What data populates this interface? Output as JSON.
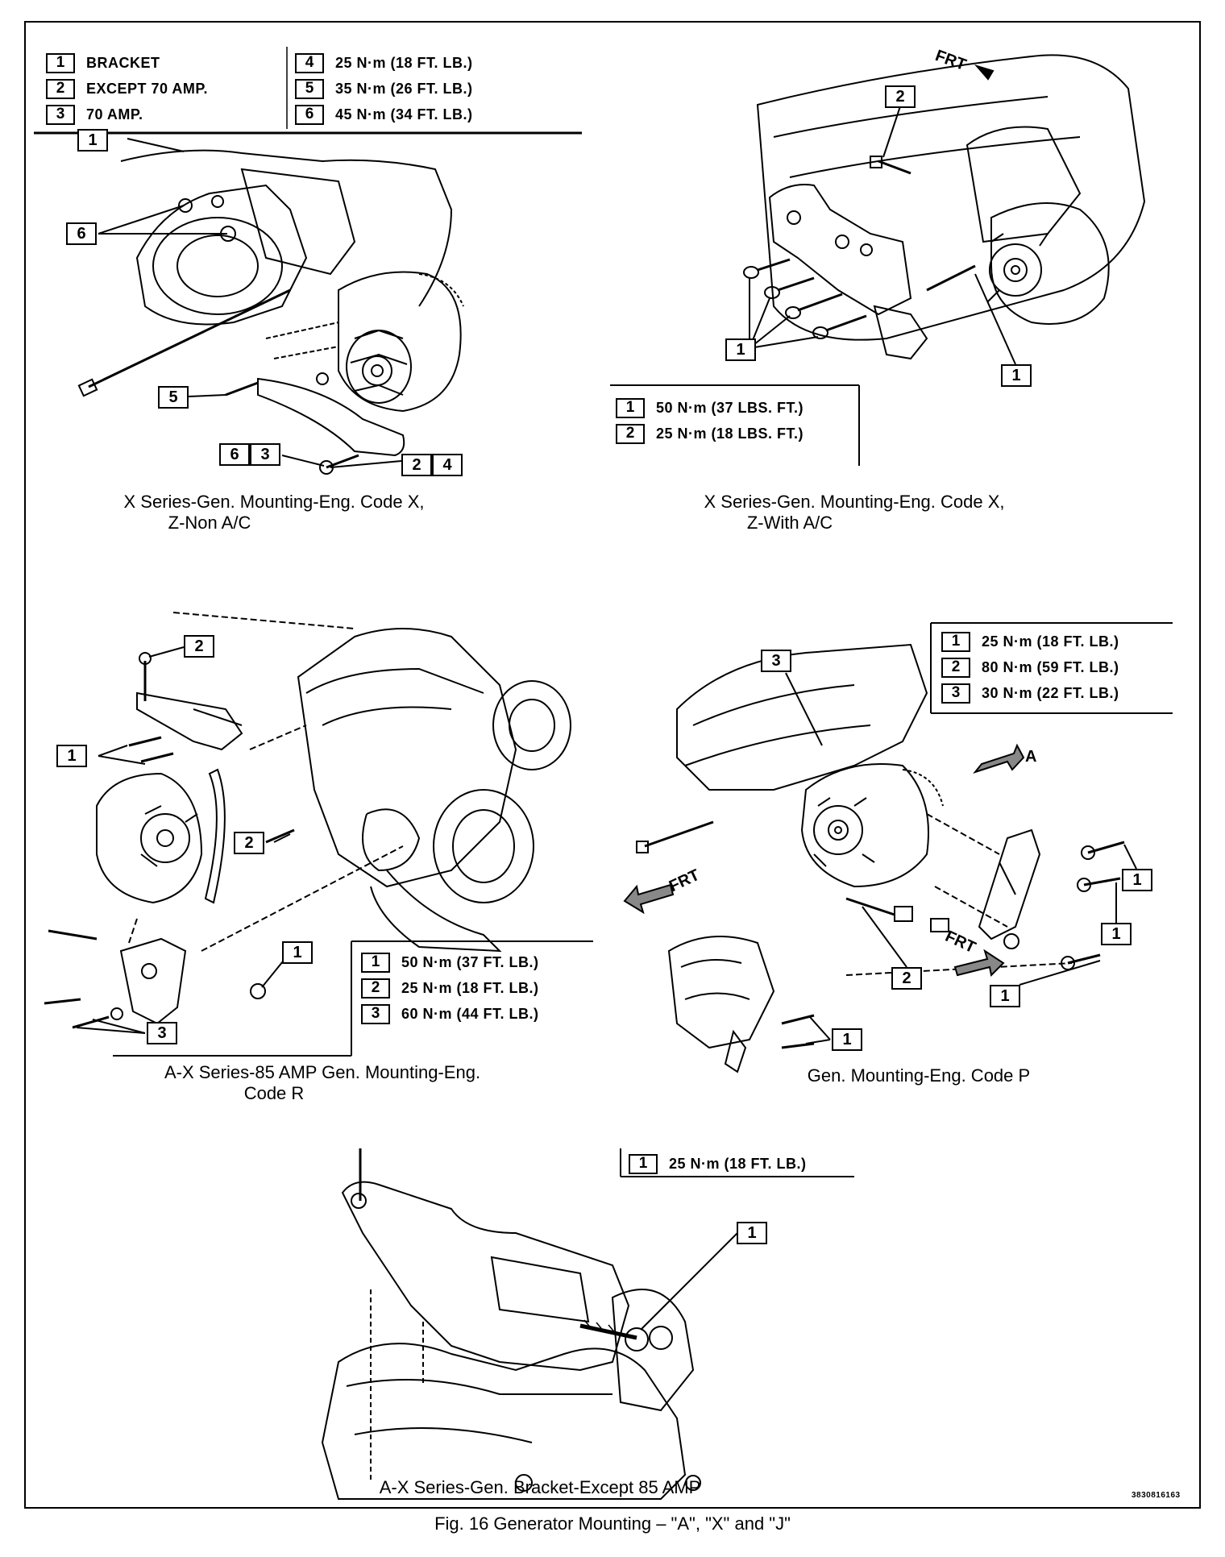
{
  "legend_top_left": {
    "left_rows": [
      {
        "num": "1",
        "text": "BRACKET"
      },
      {
        "num": "2",
        "text": "EXCEPT 70 AMP."
      },
      {
        "num": "3",
        "text": "70 AMP."
      }
    ],
    "right_rows": [
      {
        "num": "4",
        "text": "25 N·m (18 FT. LB.)"
      },
      {
        "num": "5",
        "text": "35 N·m (26 FT. LB.)"
      },
      {
        "num": "6",
        "text": "45 N·m (34 FT. LB.)"
      }
    ]
  },
  "legend_top_right": [
    {
      "num": "1",
      "text": "50 N·m (37 LBS. FT.)"
    },
    {
      "num": "2",
      "text": "25 N·m (18 LBS. FT.)"
    }
  ],
  "legend_mid_left": [
    {
      "num": "1",
      "text": "50 N·m (37 FT. LB.)"
    },
    {
      "num": "2",
      "text": "25 N·m (18 FT. LB.)"
    },
    {
      "num": "3",
      "text": "60 N·m (44 FT. LB.)"
    }
  ],
  "legend_mid_right": [
    {
      "num": "1",
      "text": "25 N·m (18 FT. LB.)"
    },
    {
      "num": "2",
      "text": "80 N·m (59 FT. LB.)"
    },
    {
      "num": "3",
      "text": "30 N·m (22 FT. LB.)"
    }
  ],
  "legend_bottom": [
    {
      "num": "1",
      "text": "25 N·m (18 FT. LB.)"
    }
  ],
  "captions": {
    "top_left_line1": "X Series-Gen. Mounting-Eng. Code X,",
    "top_left_line2": "Z-Non A/C",
    "top_right_line1": "X Series-Gen. Mounting-Eng. Code X,",
    "top_right_line2": "Z-With A/C",
    "mid_left_line1": "A-X Series-85 AMP Gen. Mounting-Eng.",
    "mid_left_line2": "Code R",
    "mid_right": "Gen. Mounting-Eng. Code P",
    "bottom": "A-X Series-Gen. Bracket-Except 85 AMP"
  },
  "callouts": {
    "tl_1": "1",
    "tl_6": "6",
    "tl_5": "5",
    "tl_63a": "6",
    "tl_63b": "3",
    "tl_24a": "2",
    "tl_24b": "4",
    "tr_2": "2",
    "tr_1a": "1",
    "tr_1b": "1",
    "ml_2a": "2",
    "ml_1a": "1",
    "ml_2b": "2",
    "ml_1b": "1",
    "ml_3": "3",
    "mr_3": "3",
    "mr_1a": "1",
    "mr_1b": "1",
    "mr_2": "2",
    "mr_1c": "1",
    "mr_1d": "1",
    "b_1": "1"
  },
  "direction_labels": {
    "frt_top": "FRT",
    "a_mid": "A",
    "frt_mid_left": "FRT",
    "frt_mid_right": "FRT"
  },
  "figure_code": "3830816163",
  "figure_caption": "Fig. 16 Generator Mounting – \"A\", \"X\" and \"J\""
}
